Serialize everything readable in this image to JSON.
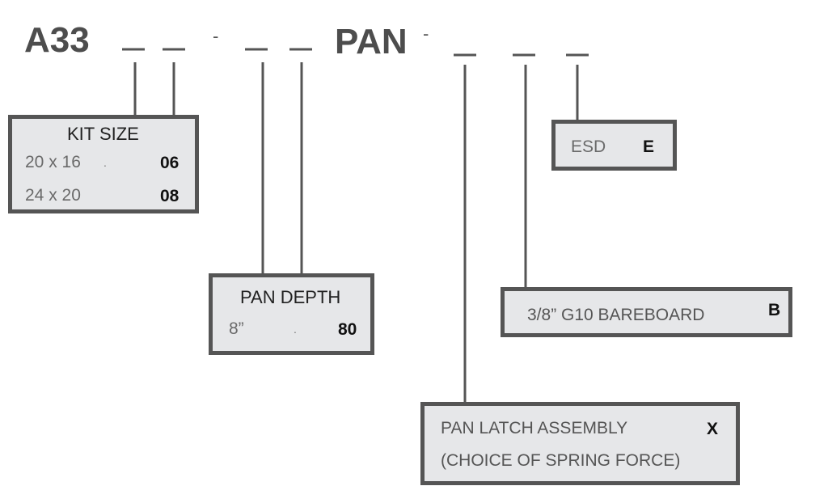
{
  "header": {
    "prefix": "A33",
    "sep1": "-",
    "middle": "PAN",
    "sep2": "-"
  },
  "kit_size": {
    "title": "KIT SIZE",
    "options": [
      {
        "label": "20 x 16",
        "dot": ".",
        "code": "06"
      },
      {
        "label": "24 x 20",
        "code": "08"
      }
    ]
  },
  "pan_depth": {
    "title": "PAN DEPTH",
    "options": [
      {
        "label": "8”",
        "dot": ".",
        "code": "80"
      }
    ]
  },
  "esd": {
    "label": "ESD",
    "code": "E"
  },
  "bareboard": {
    "label": "3/8” G10 BAREBOARD",
    "code": "B"
  },
  "latch": {
    "label": "PAN LATCH ASSEMBLY",
    "sublabel": "(CHOICE OF SPRING FORCE)",
    "code": "X"
  },
  "colors": {
    "box_border": "#555555",
    "box_fill": "#e6e7e9",
    "line": "#555555"
  }
}
